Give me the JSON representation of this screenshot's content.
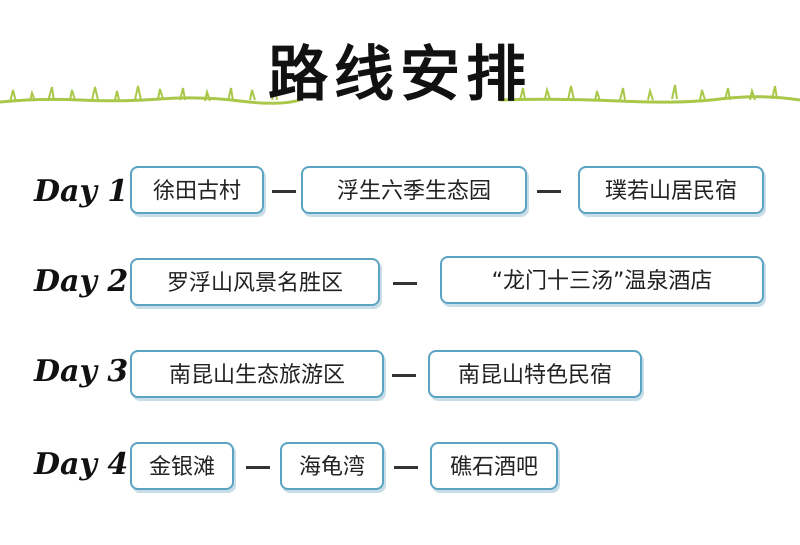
{
  "title": "路线安排",
  "days": [
    {
      "label": "Day 1",
      "stops": [
        "徐田古村",
        "浮生六季生态园",
        "璞若山居民宿"
      ]
    },
    {
      "label": "Day 2",
      "stops": [
        "罗浮山风景名胜区",
        "“龙门十三汤”温泉酒店"
      ]
    },
    {
      "label": "Day 3",
      "stops": [
        "南昆山生态旅游区",
        "南昆山特色民宿"
      ]
    },
    {
      "label": "Day 4",
      "stops": [
        "金银滩",
        "海龟湾",
        "礁石酒吧"
      ]
    }
  ],
  "colors": {
    "border": "#5aa3c2",
    "grass": "#a9c84a"
  }
}
